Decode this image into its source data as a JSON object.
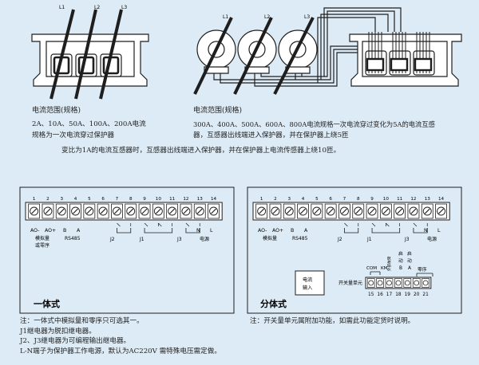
{
  "top_left": {
    "phase_labels": [
      "L1",
      "L2",
      "L3"
    ],
    "range_title": "电流范围(规格)",
    "range_values": "2A、10A、50A、100A、200A电流",
    "range_note": "规格为一次电流穿过保护器"
  },
  "top_right": {
    "phase_labels": [
      "L1",
      "L2",
      "L3"
    ],
    "range_title": "电流范围(规格)",
    "range_line1": "300A、400A、500A、600A、800A电流规格一次电流穿过变化为5A的电流互感",
    "range_line2": "器，互感器出线端进入保护器，并在保护器上绕5匝"
  },
  "transformer_note": "变比为1A的电流互感器时，互感器出线端进入保护器，并在保护器上电流传感器上绕10匝。",
  "terminal_numbers": [
    "1",
    "2",
    "3",
    "4",
    "5",
    "6",
    "7",
    "8",
    "9",
    "10",
    "11",
    "12",
    "13",
    "14"
  ],
  "integrated": {
    "title": "一体式",
    "labels": {
      "ao_minus": "AO-",
      "ao_plus": "AO+",
      "b": "B",
      "a": "A",
      "n": "N",
      "l": "L",
      "analog": "模拟量",
      "or_zero_seq": "或零序",
      "rs485": "RS485",
      "j2": "J2",
      "j1": "J1",
      "j3": "J3",
      "power": "电源"
    },
    "notes": [
      "注：一体式中模拟量和零序只可选其一。",
      "J1继电器为脱扣继电器。",
      "J2、J3继电器为可编程输出继电器。",
      "L-N端子为保护器工作电源，默认为AC220V  需特殊电压需定做。"
    ]
  },
  "split": {
    "title": "分体式",
    "labels": {
      "ao_minus": "AO-",
      "ao_plus": "AO+",
      "b": "B",
      "a": "A",
      "n": "N",
      "l": "L",
      "analog": "模拟量",
      "rs485": "RS485",
      "j2": "J2",
      "j1": "J1",
      "j3": "J3",
      "power": "电源"
    },
    "current_input": [
      "电流",
      "输入"
    ],
    "switch_unit": "开关量单元",
    "switch_terms": [
      "15",
      "16",
      "17",
      "18",
      "19",
      "20",
      "21"
    ],
    "switch_labels": {
      "com": "COM",
      "km": "KM",
      "fault": [
        "外部故障"
      ],
      "start": [
        "启",
        "动",
        "B"
      ],
      "stop": [
        "启",
        "动",
        "A"
      ],
      "zero": "零序"
    },
    "note": "注：开关量单元属附加功能，如需此功能定货时说明。"
  },
  "colors": {
    "background": "#dcebf5",
    "line": "#1e1e1e",
    "box": "#ffffff"
  }
}
